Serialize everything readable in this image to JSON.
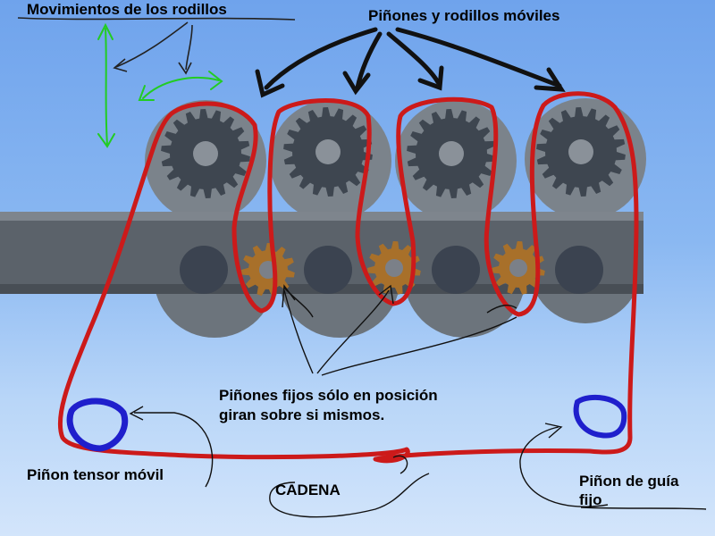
{
  "labels": {
    "roller_movements": "Movimientos de los rodillos",
    "movable_sprockets": "Piñones y rodillos móviles",
    "fixed_sprockets_line1": "Piñones fijos sólo en posición",
    "fixed_sprockets_line2": "giran sobre si mismos.",
    "tensioner": "Piñon tensor móvil",
    "chain": "CADENA",
    "guide_line1": "Piñon de guía",
    "guide_line2": "fijo"
  },
  "colors": {
    "chain": "#cc1a1a",
    "fixed_sprocket": "#a8702a",
    "movable_gear": "#3e4650",
    "roller": "#727a82",
    "beam": "#5f666e",
    "idler": "#1f1fcc",
    "motion_arrows": "#22cc22"
  }
}
